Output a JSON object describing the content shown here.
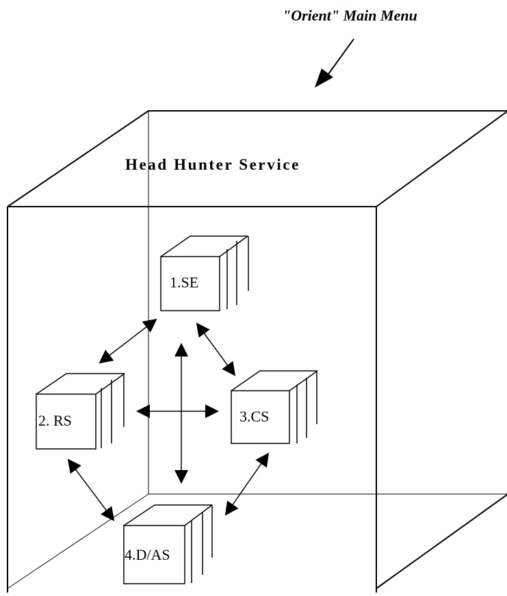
{
  "diagram": {
    "menu_title": "\"Orient\" Main Menu",
    "service_title": "Head Hunter Service",
    "modules": [
      {
        "id": "se",
        "label": "1.SE"
      },
      {
        "id": "rs",
        "label": "2. RS"
      },
      {
        "id": "cs",
        "label": "3.CS"
      },
      {
        "id": "das",
        "label": "4.D/AS"
      }
    ]
  }
}
